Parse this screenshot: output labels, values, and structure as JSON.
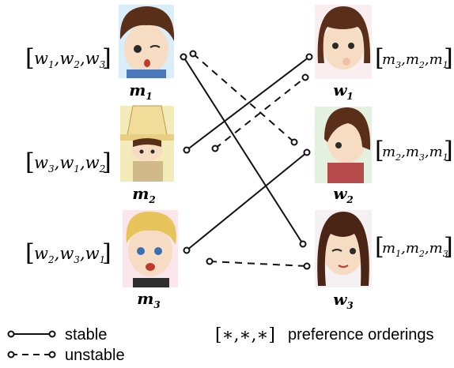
{
  "men": [
    {
      "id": "m1",
      "label": "m",
      "sub": "1",
      "prefs": [
        "w",
        "1",
        "w",
        "2",
        "w",
        "3"
      ]
    },
    {
      "id": "m2",
      "label": "m",
      "sub": "2",
      "prefs": [
        "w",
        "3",
        "w",
        "1",
        "w",
        "2"
      ]
    },
    {
      "id": "m3",
      "label": "m",
      "sub": "3",
      "prefs": [
        "w",
        "2",
        "w",
        "3",
        "w",
        "1"
      ]
    }
  ],
  "women": [
    {
      "id": "w1",
      "label": "w",
      "sub": "1",
      "prefs": [
        "m",
        "3",
        "m",
        "2",
        "m",
        "1"
      ]
    },
    {
      "id": "w2",
      "label": "w",
      "sub": "2",
      "prefs": [
        "m",
        "2",
        "m",
        "3",
        "m",
        "1"
      ]
    },
    {
      "id": "w3",
      "label": "w",
      "sub": "3",
      "prefs": [
        "m",
        "1",
        "m",
        "2",
        "m",
        "3"
      ]
    }
  ],
  "stable_pairs": [
    [
      "m1",
      "w3"
    ],
    [
      "m2",
      "w1"
    ],
    [
      "m3",
      "w2"
    ]
  ],
  "unstable_pairs": [
    [
      "m1",
      "w2"
    ],
    [
      "m2",
      "w1"
    ],
    [
      "m3",
      "w3"
    ]
  ],
  "legend": {
    "stable_label": "stable",
    "unstable_label": "unstable",
    "pref_symbol": "[∗,∗,∗]",
    "pref_label": "preference orderings"
  },
  "colors": {
    "line": "#111111",
    "hair_brown": "#5a2f1a",
    "hair_blonde": "#e6c45a",
    "skin": "#f7dcc4",
    "hat": "#f2dc9a"
  }
}
